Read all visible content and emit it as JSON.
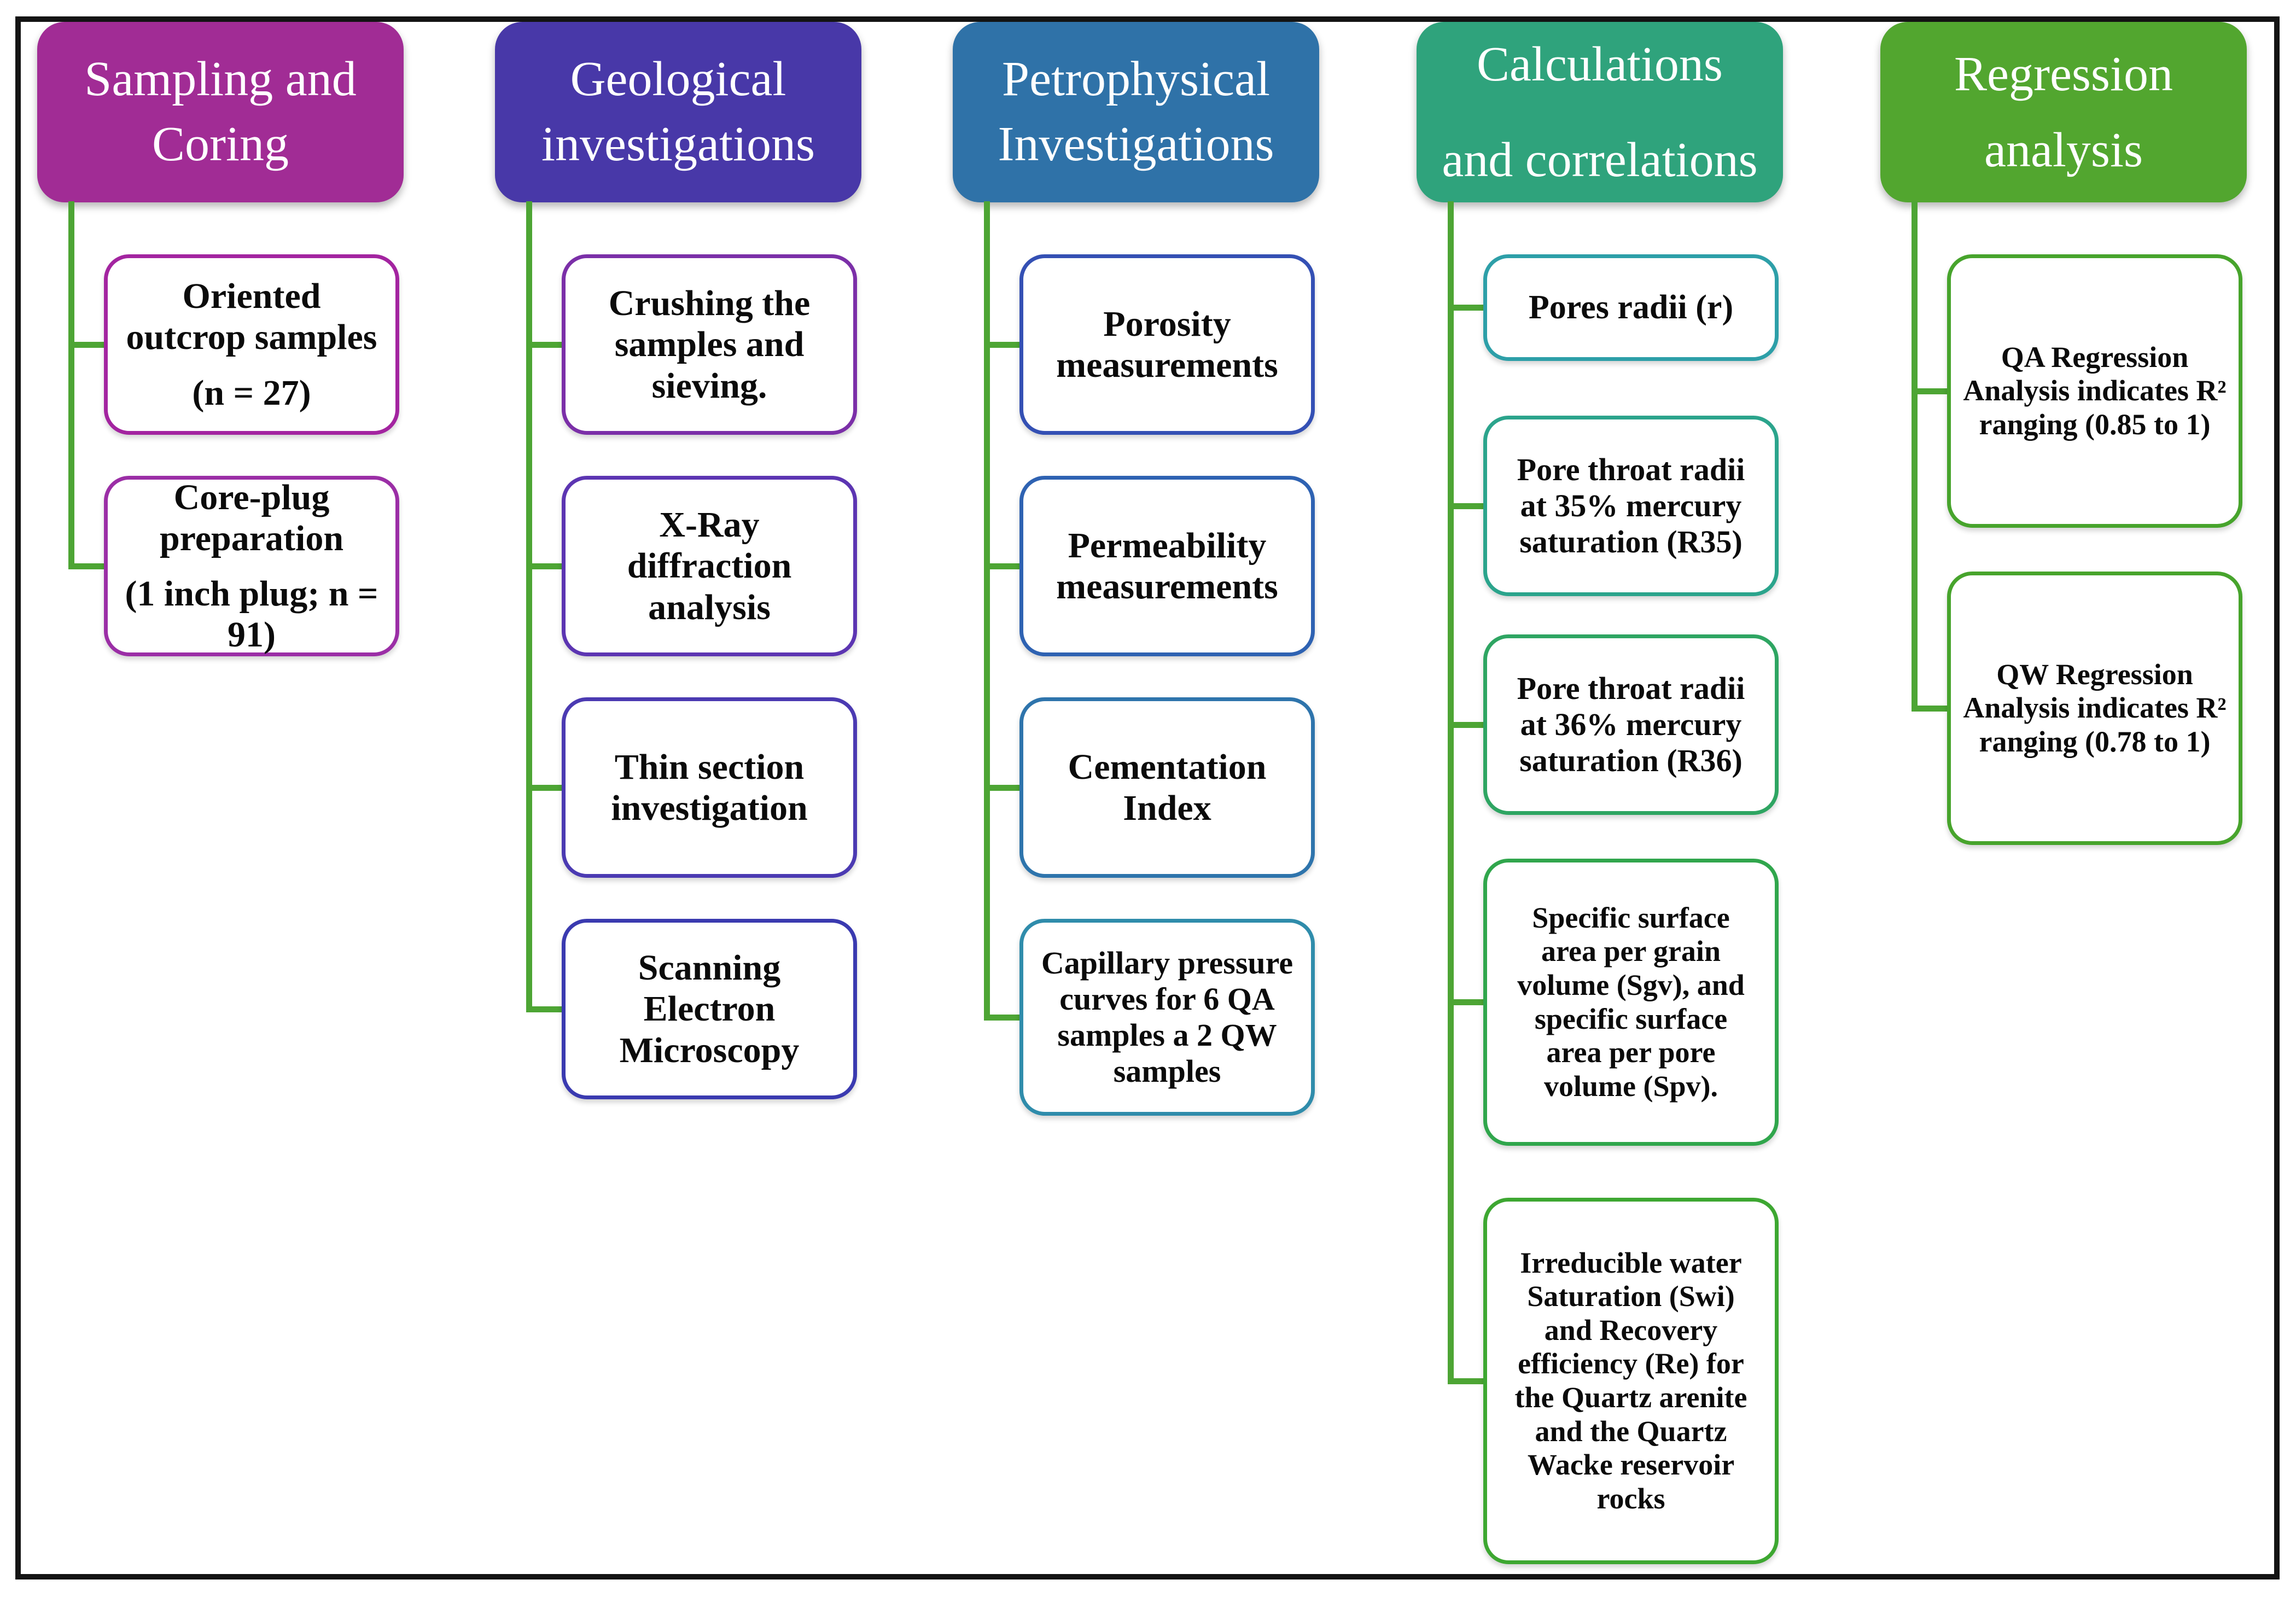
{
  "diagram": {
    "background": "#FFFFFF",
    "frame_color": "#141414",
    "connector_color": "#4DA534",
    "columns": [
      {
        "header": {
          "lines": [
            "Sampling and",
            "Coring"
          ],
          "fill": "#A12C95"
        },
        "children": [
          {
            "label": "Oriented outcrop samples",
            "sublabel": "(n = 27)",
            "border": "#A324A0"
          },
          {
            "label": "Core-plug preparation",
            "sublabel": "(1 inch plug; n = 91)",
            "border": "#9B2EA6"
          }
        ]
      },
      {
        "header": {
          "lines": [
            "Geological",
            "investigations"
          ],
          "fill": "#4838A8"
        },
        "children": [
          {
            "label": "Crushing the samples and sieving.",
            "border": "#7B2FA8"
          },
          {
            "label": "X-Ray diffraction analysis",
            "border": "#5C35B2"
          },
          {
            "label": "Thin section investigation",
            "border": "#4B3AB2"
          },
          {
            "label": "Scanning Electron Microscopy",
            "border": "#3A3AB0"
          }
        ]
      },
      {
        "header": {
          "lines": [
            "Petrophysical",
            "Investigations"
          ],
          "fill": "#2F72A8"
        },
        "children": [
          {
            "label": "Porosity measurements",
            "border": "#3450B4"
          },
          {
            "label": "Permeability measurements",
            "border": "#2E62B2"
          },
          {
            "label": "Cementation Index",
            "border": "#2E74AC"
          },
          {
            "label": "Capillary pressure curves for 6 QA samples a 2 QW samples",
            "border": "#2F8CAB"
          }
        ]
      },
      {
        "header": {
          "lines": [
            "Calculations",
            "and correlations"
          ],
          "fill": "#2FA37C"
        },
        "children": [
          {
            "label": "Pores radii (r)",
            "border": "#2D9FA8"
          },
          {
            "label": "Pore throat radii at 35% mercury saturation (R35)",
            "border": "#2BA48C"
          },
          {
            "label": "Pore throat radii at 36% mercury saturation (R36)",
            "border": "#2EA562"
          },
          {
            "label": "Specific surface area per grain volume (Sgv), and specific surface area per pore volume (Spv).",
            "border": "#30A64C"
          },
          {
            "label": "Irreducible water Saturation (Swi) and Recovery efficiency (Re) for the Quartz arenite and the Quartz Wacke reservoir rocks",
            "border": "#3DA731"
          }
        ]
      },
      {
        "header": {
          "lines": [
            "Regression",
            "analysis"
          ],
          "fill": "#52A62F"
        },
        "children": [
          {
            "label": "QA Regression Analysis indicates R² ranging (0.85 to 1)",
            "border": "#47A42C"
          },
          {
            "label": "QW Regression Analysis indicates R² ranging (0.78 to 1)",
            "border": "#47A42C"
          }
        ]
      }
    ]
  }
}
